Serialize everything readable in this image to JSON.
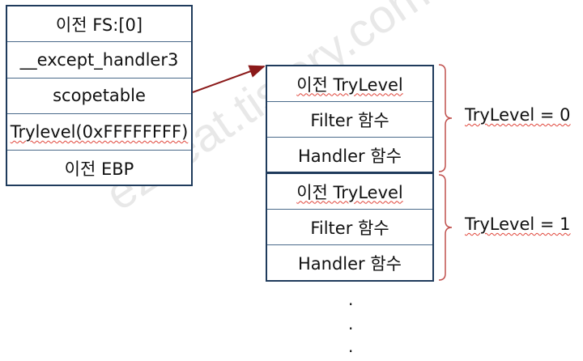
{
  "left_stack": {
    "cells": [
      "이전 FS:[0]",
      "__except_handler3",
      "scopetable",
      "Trylevel(0xFFFFFFFF)",
      "이전 EBP"
    ]
  },
  "scope_blocks": [
    {
      "cells": [
        "이전 TryLevel",
        "Filter 함수",
        "Handler 함수"
      ],
      "label": "TryLevel = 0"
    },
    {
      "cells": [
        "이전 TryLevel",
        "Filter 함수",
        "Handler 함수"
      ],
      "label": "TryLevel = 1"
    }
  ],
  "continuation": ".",
  "watermark": "ezbeat.tistory.com",
  "colors": {
    "box_border": "#1f3b5c",
    "arrow": "#8b1a1a",
    "bracket": "#c0504d",
    "spellcheck_underline": "#e0453a"
  }
}
